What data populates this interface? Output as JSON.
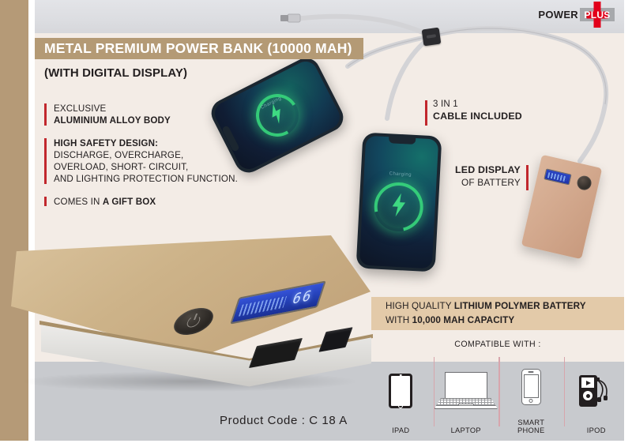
{
  "brand": {
    "name_part1": "POWER",
    "name_part2": "PLUS",
    "logo_red": "#e2001a",
    "logo_gray": "#a7a9ac"
  },
  "header": {
    "title": "METAL PREMIUM POWER BANK (10000 MAH)",
    "subtitle": "(WITH DIGITAL DISPLAY)",
    "title_band_color": "#b49a75"
  },
  "features": [
    {
      "line1": "EXCLUSIVE",
      "line1_bold": false,
      "line2": "ALUMINIUM ALLOY BODY",
      "line2_bold": true
    },
    {
      "line1": "HIGH SAFETY DESIGN:",
      "line1_bold": true,
      "line2": "DISCHARGE, OVERCHARGE,",
      "line3": "OVERLOAD, SHORT- CIRCUIT,",
      "line4": "AND LIGHTING PROTECTION FUNCTION."
    },
    {
      "line1": "COMES IN A GIFT BOX",
      "mixed": true,
      "plain": "COMES IN ",
      "bold": "A GIFT BOX"
    }
  ],
  "callouts": {
    "cable": {
      "line1": "3 IN 1",
      "line2": "CABLE INCLUDED"
    },
    "led": {
      "line1": "LED DISPLAY",
      "line2": "OF BATTERY"
    }
  },
  "battery_band": {
    "line1_plain": "HIGH QUALITY ",
    "line1_bold": "LITHIUM POLYMER BATTERY",
    "line2_plain": "WITH ",
    "line2_bold": "10,000 MAH CAPACITY",
    "band_color": "#e3caa9"
  },
  "compatible": {
    "title": "COMPATIBLE WITH :",
    "devices": [
      {
        "label": "IPAD",
        "icon": "tablet-icon"
      },
      {
        "label": "LAPTOP",
        "icon": "laptop-icon"
      },
      {
        "label": "SMART\nPHONE",
        "label_line1": "SMART",
        "label_line2": "PHONE",
        "icon": "smartphone-icon"
      },
      {
        "label": "IPOD",
        "icon": "ipod-icon"
      }
    ]
  },
  "product_code": {
    "label": "Product Code : C 18 A"
  },
  "product_photos": {
    "power_bank_large": {
      "name": "metal-power-bank-gold",
      "lcd_value": "66",
      "body_color": "#cdb389",
      "lcd_color": "#2440b6"
    },
    "power_bank_small": {
      "name": "power-bank-rose-gold",
      "body_color": "#d3a98e"
    },
    "phone_charging_tilted": {
      "name": "smartphone-charging",
      "screen_accent": "#38d67c",
      "status_text": "Charging"
    },
    "phone_charging_vertical": {
      "name": "smartphone-charging",
      "screen_accent": "#38d67c",
      "status_text": "Charging"
    },
    "cable": {
      "name": "three-in-one-cable",
      "color": "#d6d6d8"
    }
  },
  "theme": {
    "background_cream": "#f3ece6",
    "header_gray": "#dcdde1",
    "footer_gray": "#c8cace",
    "accent_red": "#c1272d",
    "frame_tan": "#b59a77"
  }
}
